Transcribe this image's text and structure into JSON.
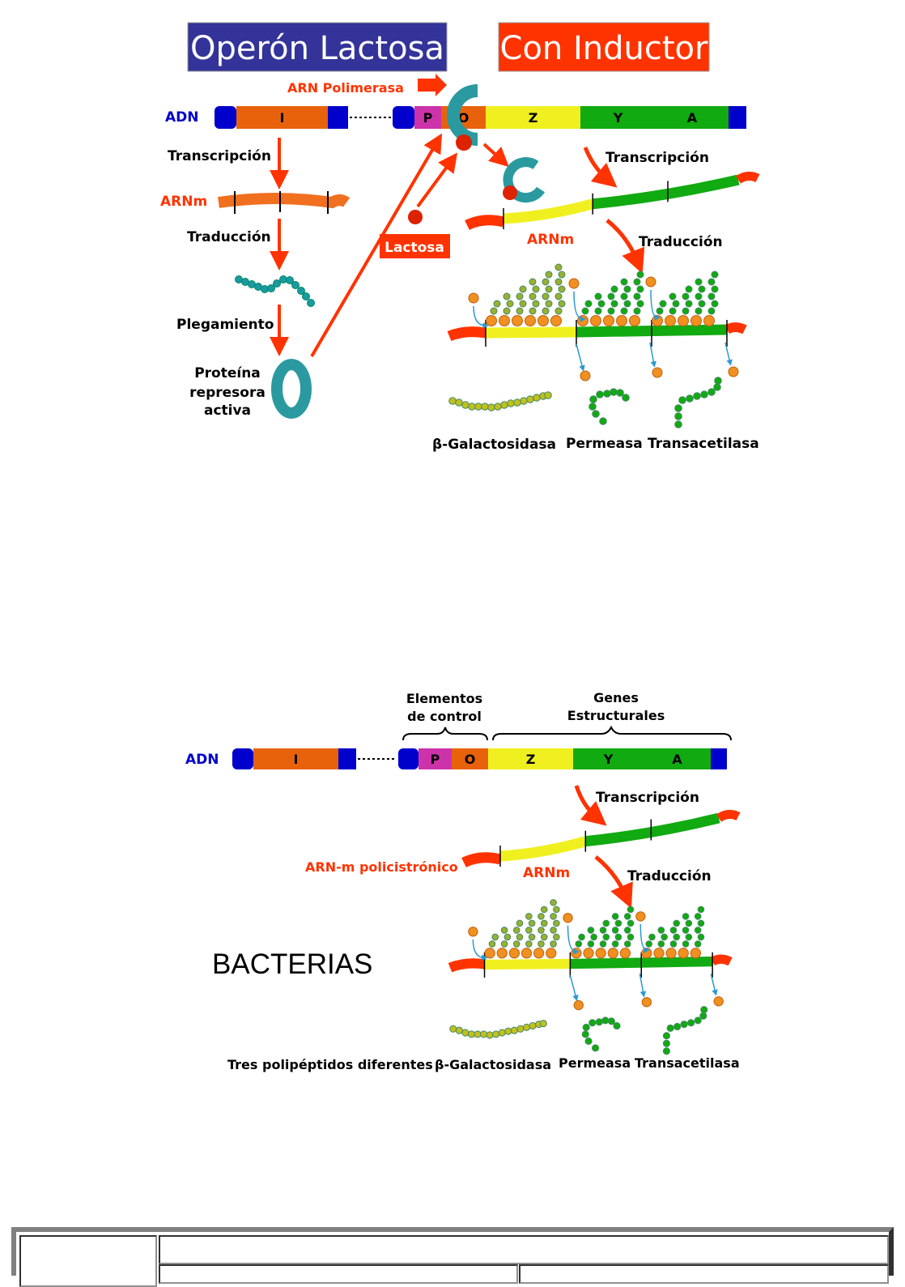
{
  "diagram1": {
    "title_left": "Operón Lactosa",
    "title_right": "Con Inductor",
    "adn": "ADN",
    "polimerasa": "ARN Polimerasa",
    "genes": {
      "i": "I",
      "p": "P",
      "o": "O",
      "z": "Z",
      "y": "Y",
      "a": "A"
    },
    "transcripcion_left": "Transcripción",
    "arnm_left": "ARNm",
    "traduccion_left": "Traducción",
    "plegamiento": "Plegamiento",
    "proteina": [
      "Proteína",
      "represora",
      "activa"
    ],
    "lactosa": "Lactosa",
    "transcripcion_right": "Transcripción",
    "arnm_right": "ARNm",
    "traduccion_right": "Traducción",
    "products": [
      "β-Galactosidasa",
      "Permeasa",
      "Transacetilasa"
    ]
  },
  "diagram2": {
    "adn": "ADN",
    "control": [
      "Elementos",
      "de control"
    ],
    "estructurales": [
      "Genes",
      "Estructurales"
    ],
    "genes": {
      "i": "I",
      "p": "P",
      "o": "O",
      "z": "Z",
      "y": "Y",
      "a": "A"
    },
    "transcripcion": "Transcripción",
    "arn_poli": "ARN-m policistrónico",
    "arnm": "ARNm",
    "traduccion": "Traducción",
    "bacterias": "BACTERIAS",
    "tres": "Tres polipéptidos diferentes",
    "products": [
      "β-Galactosidasa",
      "Permeasa",
      "Transacetilasa"
    ]
  },
  "colors": {
    "blue": "#0000cc",
    "orange": "#e8620c",
    "magenta": "#cc33aa",
    "yellow": "#f0f020",
    "green": "#11aa11",
    "red": "#ff3300",
    "title_blue": "#333399",
    "teal": "#2a9aa0"
  }
}
